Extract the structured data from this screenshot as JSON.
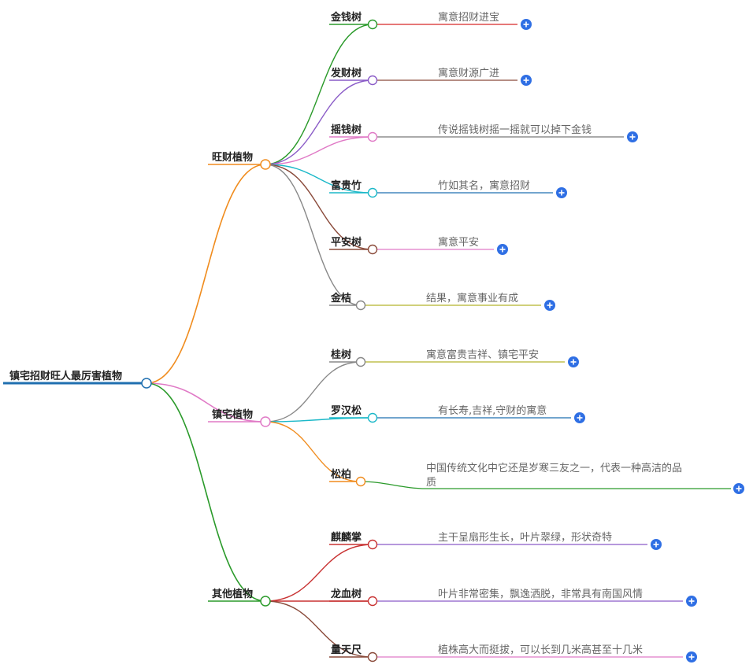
{
  "root": {
    "label": "镇宅招财旺人最厉害植物",
    "color": "#1f6fb0"
  },
  "categories": [
    {
      "label": "旺财植物",
      "color": "#f08c1e",
      "items": [
        {
          "label": "金钱树",
          "color": "#2a9a2a",
          "desc": [
            "寓意招财进宝"
          ],
          "underline": "#d62828"
        },
        {
          "label": "发财树",
          "color": "#8a5bc7",
          "desc": [
            "寓意财源广进"
          ],
          "underline": "#8a4a3a"
        },
        {
          "label": "摇钱树",
          "color": "#e07ac6",
          "desc": [
            "传说摇钱树摇一摇就可以掉下金钱"
          ],
          "underline": "#777777"
        },
        {
          "label": "富贵竹",
          "color": "#1bb8c8",
          "desc": [
            "竹如其名，寓意招财"
          ],
          "underline": "#1f6fb0"
        },
        {
          "label": "平安树",
          "color": "#8a4a3a",
          "desc": [
            "寓意平安"
          ],
          "underline": "#e07ac6"
        },
        {
          "label": "金桔",
          "color": "#888888",
          "desc": [
            "结果，寓意事业有成"
          ],
          "underline": "#b5b52a"
        }
      ]
    },
    {
      "label": "镇宅植物",
      "color": "#e07ac6",
      "items": [
        {
          "label": "桂树",
          "color": "#888888",
          "desc": [
            "寓意富贵吉祥、镇宅平安"
          ],
          "underline": "#b5b52a"
        },
        {
          "label": "罗汉松",
          "color": "#1bb8c8",
          "desc": [
            "有长寿,吉祥,守财的寓意"
          ],
          "underline": "#1f6fb0"
        },
        {
          "label": "松柏",
          "color": "#f08c1e",
          "desc": [
            "中国传统文化中它还是岁寒三友之一，代表一种高洁的品",
            "质"
          ],
          "underline": "#2a9a2a"
        }
      ]
    },
    {
      "label": "其他植物",
      "color": "#2a9a2a",
      "items": [
        {
          "label": "麒麟掌",
          "color": "#c83232",
          "desc": [
            "主干呈扇形生长，叶片翠绿，形状奇特"
          ],
          "underline": "#8a5bc7"
        },
        {
          "label": "龙血树",
          "color": "#c83232",
          "desc": [
            "叶片非常密集，飘逸洒脱，非常具有南国风情"
          ],
          "underline": "#8a5bc7"
        },
        {
          "label": "量天尺",
          "color": "#8a4a3a",
          "desc": [
            "植株高大而挺拔，可以长到几米高甚至十几米"
          ],
          "underline": "#e07ac6"
        }
      ]
    }
  ],
  "expand_icon": "plus-circle-icon",
  "expand_color": "#2f6fe4"
}
